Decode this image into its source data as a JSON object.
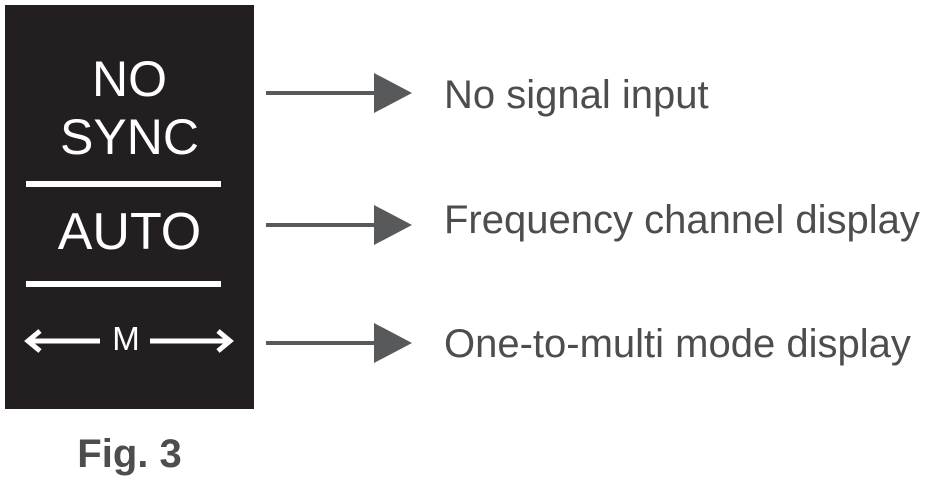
{
  "panel": {
    "line1": "NO",
    "line2": "SYNC",
    "mode_label": "AUTO",
    "mode_letter": "M"
  },
  "descriptions": [
    "No signal input",
    "Frequency channel display",
    "One-to-multi mode display"
  ],
  "caption": "Fig. 3",
  "colors": {
    "panel_bg": "#231f20",
    "panel_text": "#ffffff",
    "text_gray": "#4d4d4f",
    "arrow_gray": "#58595b"
  }
}
